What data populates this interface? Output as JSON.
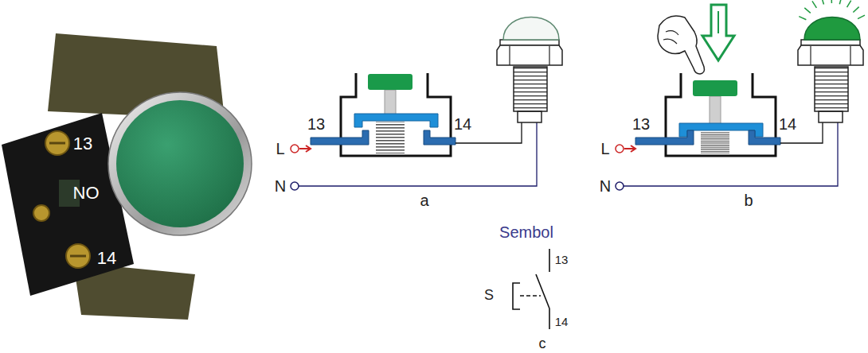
{
  "diagram": {
    "labels": [
      "13",
      "NO",
      "14",
      "L",
      "13",
      "14",
      "N",
      "a",
      "L",
      "13",
      "14",
      "N",
      "b",
      "Sembol",
      "13",
      "S",
      "14",
      "c"
    ]
  }
}
